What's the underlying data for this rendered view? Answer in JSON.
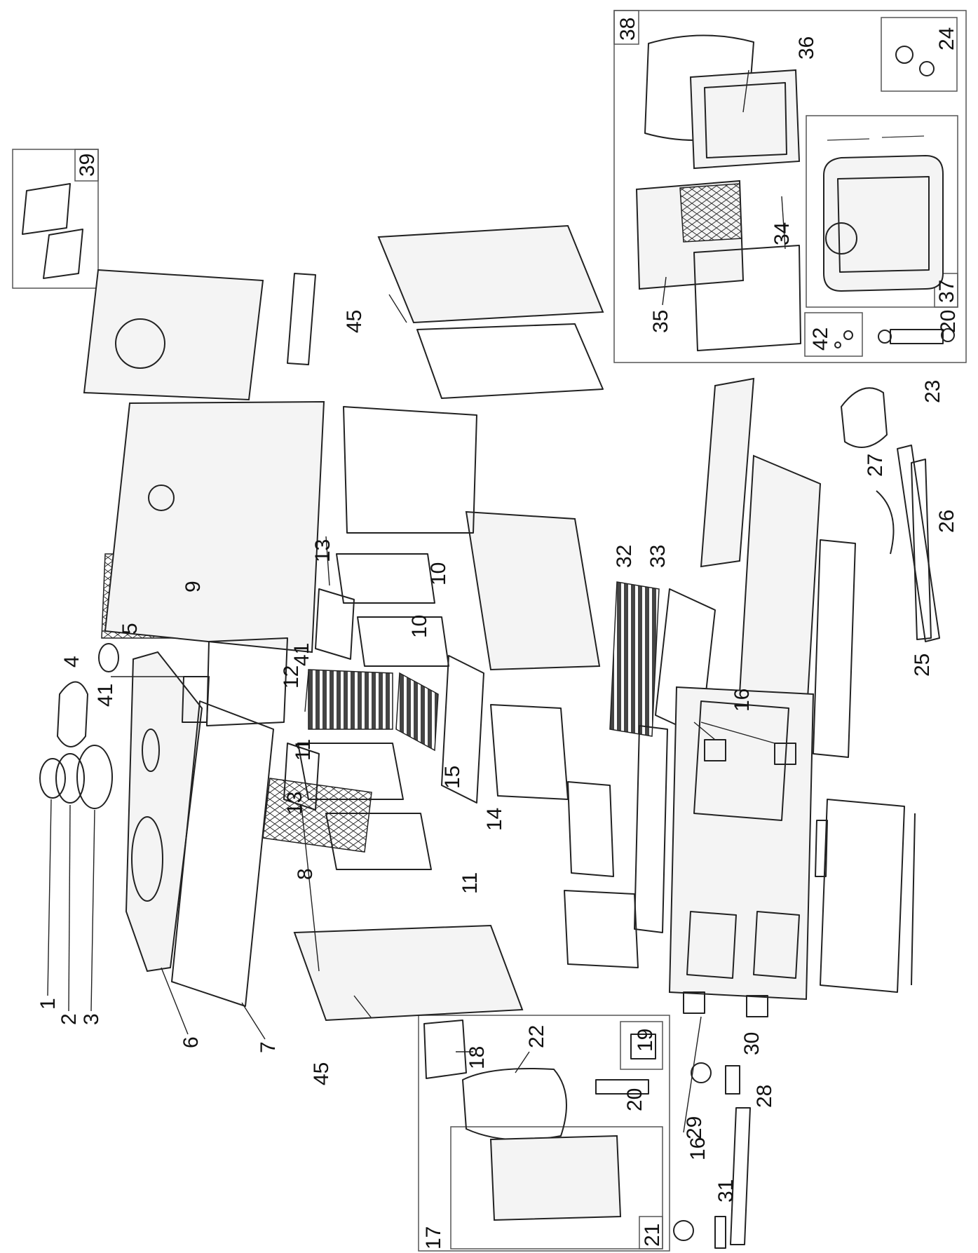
{
  "callouts": [
    {
      "id": "c1",
      "text": "1"
    },
    {
      "id": "c2",
      "text": "2"
    },
    {
      "id": "c3",
      "text": "3"
    },
    {
      "id": "c4",
      "text": "4"
    },
    {
      "id": "c5",
      "text": "5"
    },
    {
      "id": "c6",
      "text": "6"
    },
    {
      "id": "c7",
      "text": "7"
    },
    {
      "id": "c8",
      "text": "8"
    },
    {
      "id": "c9",
      "text": "9"
    },
    {
      "id": "c10a",
      "text": "10"
    },
    {
      "id": "c10b",
      "text": "10"
    },
    {
      "id": "c11a",
      "text": "11"
    },
    {
      "id": "c11b",
      "text": "11"
    },
    {
      "id": "c12",
      "text": "12"
    },
    {
      "id": "c13a",
      "text": "13"
    },
    {
      "id": "c13b",
      "text": "13"
    },
    {
      "id": "c14",
      "text": "14"
    },
    {
      "id": "c15",
      "text": "15"
    },
    {
      "id": "c16a",
      "text": "16"
    },
    {
      "id": "c16b",
      "text": "16"
    },
    {
      "id": "c17",
      "text": "17"
    },
    {
      "id": "c18",
      "text": "18"
    },
    {
      "id": "c19",
      "text": "19"
    },
    {
      "id": "c20a",
      "text": "20"
    },
    {
      "id": "c20b",
      "text": "20"
    },
    {
      "id": "c21",
      "text": "21"
    },
    {
      "id": "c22",
      "text": "22"
    },
    {
      "id": "c23",
      "text": "23"
    },
    {
      "id": "c24",
      "text": "24"
    },
    {
      "id": "c25",
      "text": "25"
    },
    {
      "id": "c26",
      "text": "26"
    },
    {
      "id": "c27",
      "text": "27"
    },
    {
      "id": "c28",
      "text": "28"
    },
    {
      "id": "c29",
      "text": "29"
    },
    {
      "id": "c30",
      "text": "30"
    },
    {
      "id": "c31",
      "text": "31"
    },
    {
      "id": "c32",
      "text": "32"
    },
    {
      "id": "c33",
      "text": "33"
    },
    {
      "id": "c34",
      "text": "34"
    },
    {
      "id": "c35",
      "text": "35"
    },
    {
      "id": "c36",
      "text": "36"
    },
    {
      "id": "c37",
      "text": "37"
    },
    {
      "id": "c38",
      "text": "38"
    },
    {
      "id": "c39",
      "text": "39"
    },
    {
      "id": "c41a",
      "text": "41"
    },
    {
      "id": "c41b",
      "text": "41"
    },
    {
      "id": "c42",
      "text": "42"
    },
    {
      "id": "c45a",
      "text": "45"
    },
    {
      "id": "c45b",
      "text": "45"
    }
  ]
}
